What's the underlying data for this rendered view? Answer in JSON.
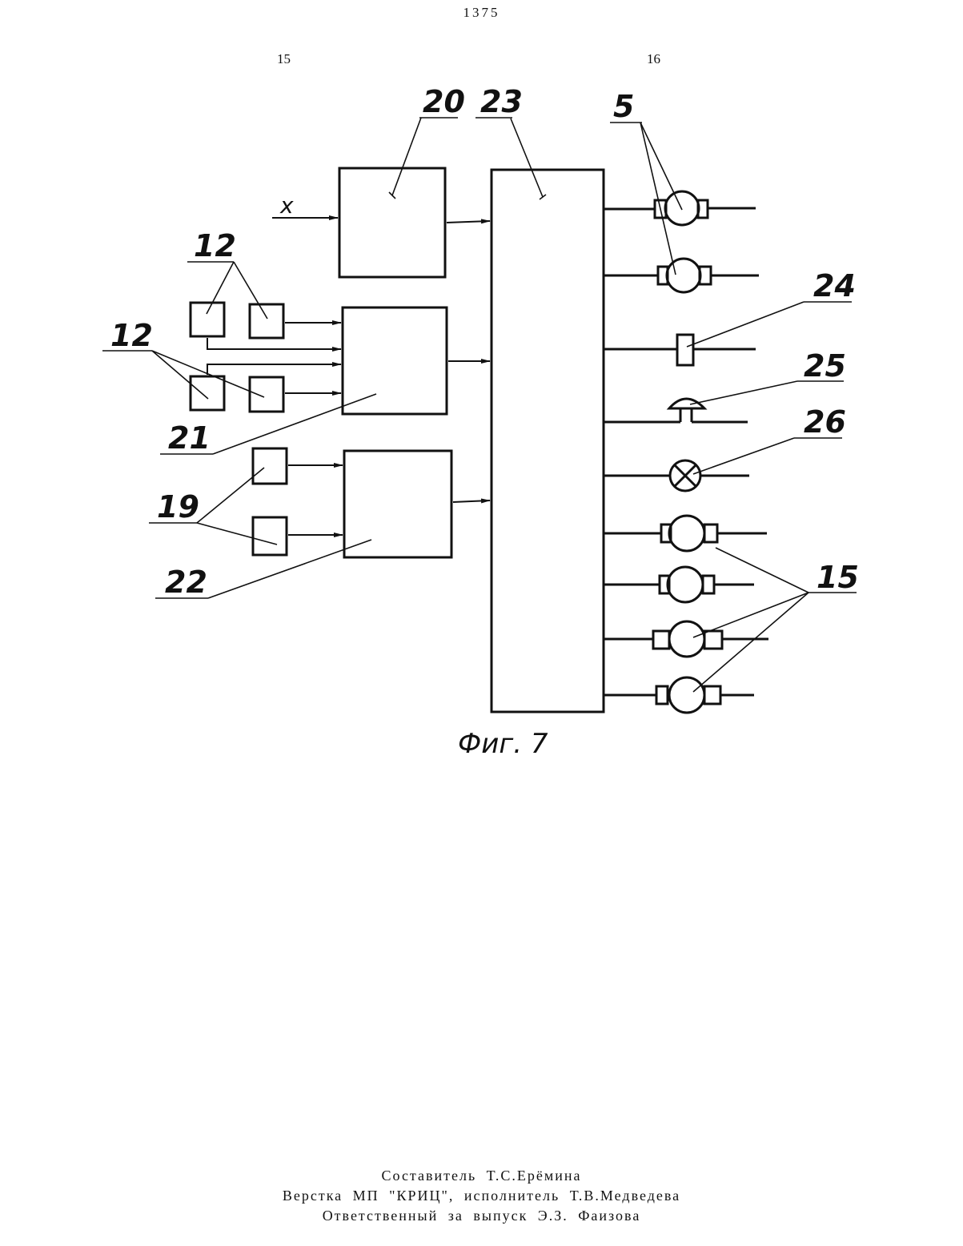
{
  "header": {
    "page_number": "1375",
    "column_left": "15",
    "column_right": "16"
  },
  "figure": {
    "caption": "Фиг. 7",
    "input_label": "x",
    "labels": {
      "l20": "20",
      "l23": "23",
      "l5": "5",
      "l12a": "12",
      "l12b": "12",
      "l24": "24",
      "l25": "25",
      "l26": "26",
      "l21": "21",
      "l19": "19",
      "l22": "22",
      "l15": "15"
    }
  },
  "footer": {
    "line1": "Составитель   Т.С.Ерёмина",
    "line2": "Верстка МП \"КРИЦ\", исполнитель Т.В.Медведева",
    "line3": "Ответственный за выпуск Э.З. Фаизова"
  }
}
